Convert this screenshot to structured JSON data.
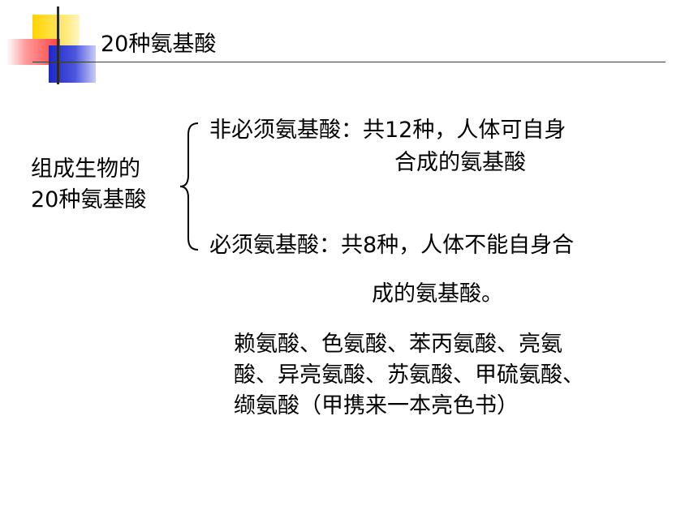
{
  "slide": {
    "title": "20种氨基酸"
  },
  "left_label": {
    "line1": "组成生物的",
    "line2": "20种氨基酸"
  },
  "branches": {
    "nonessential_line1": "非必须氨基酸：共12种，人体可自身",
    "nonessential_line2": "合成的氨基酸",
    "essential_line1": "必须氨基酸：共8种，人体不能自身合",
    "essential_line2": "成的氨基酸。"
  },
  "essential_list": {
    "line1": "赖氨酸、色氨酸、苯丙氨酸、亮氨",
    "line2": "酸、异亮氨酸、苏氨酸、甲硫氨酸、",
    "line3": "缬氨酸（甲携来一本亮色书）"
  },
  "colors": {
    "deco_yellow": "#ffd400",
    "deco_red": "#ff3f3f",
    "deco_blue": "#1e28c8",
    "text": "#000000"
  }
}
